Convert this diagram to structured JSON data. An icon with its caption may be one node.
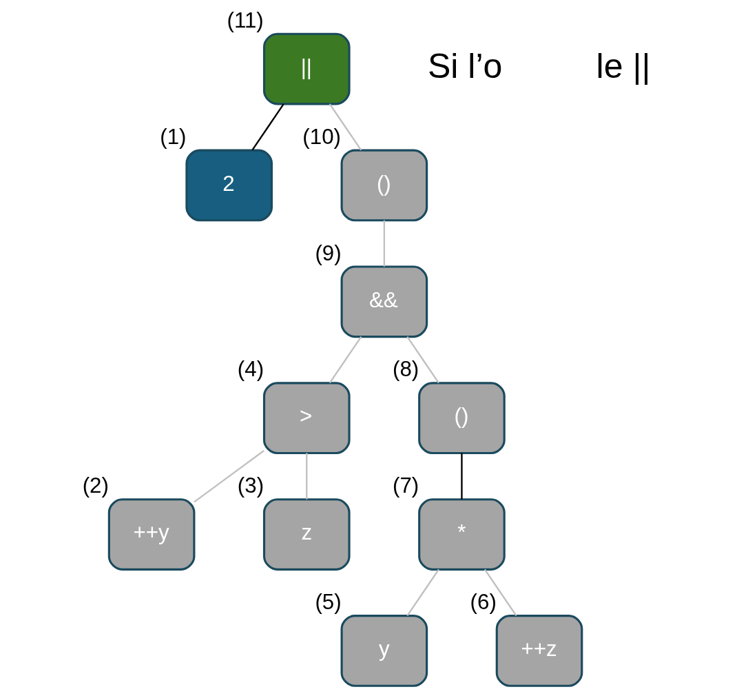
{
  "diagram": {
    "nodes": [
      {
        "text": [
          "||"
        ],
        "beside": [
          "(11)"
        ]
      },
      {
        "text": [
          "2"
        ],
        "beside": [
          "(1)"
        ]
      },
      {
        "text": [
          "()"
        ],
        "beside": [
          "(10)"
        ]
      },
      {
        "text": [
          "&&"
        ],
        "beside": [
          "(9)"
        ]
      },
      {
        "text": [
          ">"
        ],
        "beside": [
          "(4)"
        ]
      },
      {
        "text": [
          "()"
        ],
        "beside": [
          "(8)"
        ]
      },
      {
        "text": [
          "++y"
        ],
        "beside": [
          "(2)"
        ]
      },
      {
        "text": [
          "z"
        ],
        "beside": [
          "(3)"
        ]
      },
      {
        "text": [
          "*"
        ],
        "beside": [
          "(7)"
        ]
      },
      {
        "text": [
          "y"
        ],
        "beside": [
          "(5)"
        ]
      },
      {
        "text": [
          "++z"
        ],
        "beside": [
          "(6)"
        ]
      }
    ],
    "edges": [
      {
        "from": 0,
        "to": 1,
        "arrow": "none",
        "color": "#000000"
      },
      {
        "from": 0,
        "to": 2,
        "arrow": "none"
      },
      {
        "from": 2,
        "to": 3,
        "arrow": "none"
      },
      {
        "from": 3,
        "to": 4,
        "arrow": "none"
      },
      {
        "from": 3,
        "to": 5,
        "arrow": "none"
      },
      {
        "from": 4,
        "to": 6,
        "arrow": "none"
      },
      {
        "from": 4,
        "to": 7,
        "arrow": "none"
      },
      {
        "from": 5,
        "to": 8,
        "arrow": "none",
        "color": "#000000"
      },
      {
        "from": 8,
        "to": 9,
        "arrow": "none"
      },
      {
        "from": 8,
        "to": 10,
        "arrow": "none"
      }
    ],
    "labels": [
      "Si l’o",
      "le ||"
    ]
  }
}
